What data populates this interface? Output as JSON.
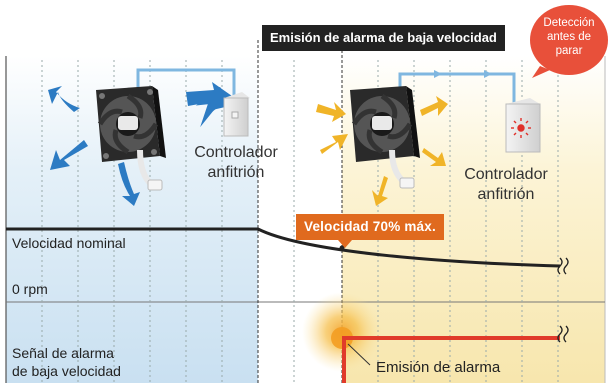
{
  "header": {
    "title": "Emisión de alarma de baja velocidad",
    "callout": [
      "Detección",
      "antes de",
      "parar"
    ]
  },
  "left_scene": {
    "controller_label": [
      "Controlador",
      "anfitrión"
    ]
  },
  "right_scene": {
    "controller_label": [
      "Controlador",
      "anfitrión"
    ]
  },
  "speed_badge": "Velocidad 70% máx.",
  "axis_labels": {
    "rated_speed": "Velocidad nominal",
    "zero_rpm": "0 rpm",
    "alarm_signal": [
      "Señal de alarma",
      "de baja velocidad"
    ]
  },
  "alarm_note": "Emisión de alarma",
  "colors": {
    "left_zone": "#d8e9f5",
    "right_zone": "#fbf1c9",
    "speed_curve": "#222222",
    "alarm_signal": "#e03a2a",
    "badge": "#e06a1e",
    "callout": "#e8503a",
    "airflow_left": "#2c7bc3",
    "airflow_right": "#f0b428"
  },
  "icons": [
    "fan-icon",
    "controller-icon",
    "airflow-arrow-icon",
    "alarm-light-icon",
    "break-mark-icon"
  ]
}
